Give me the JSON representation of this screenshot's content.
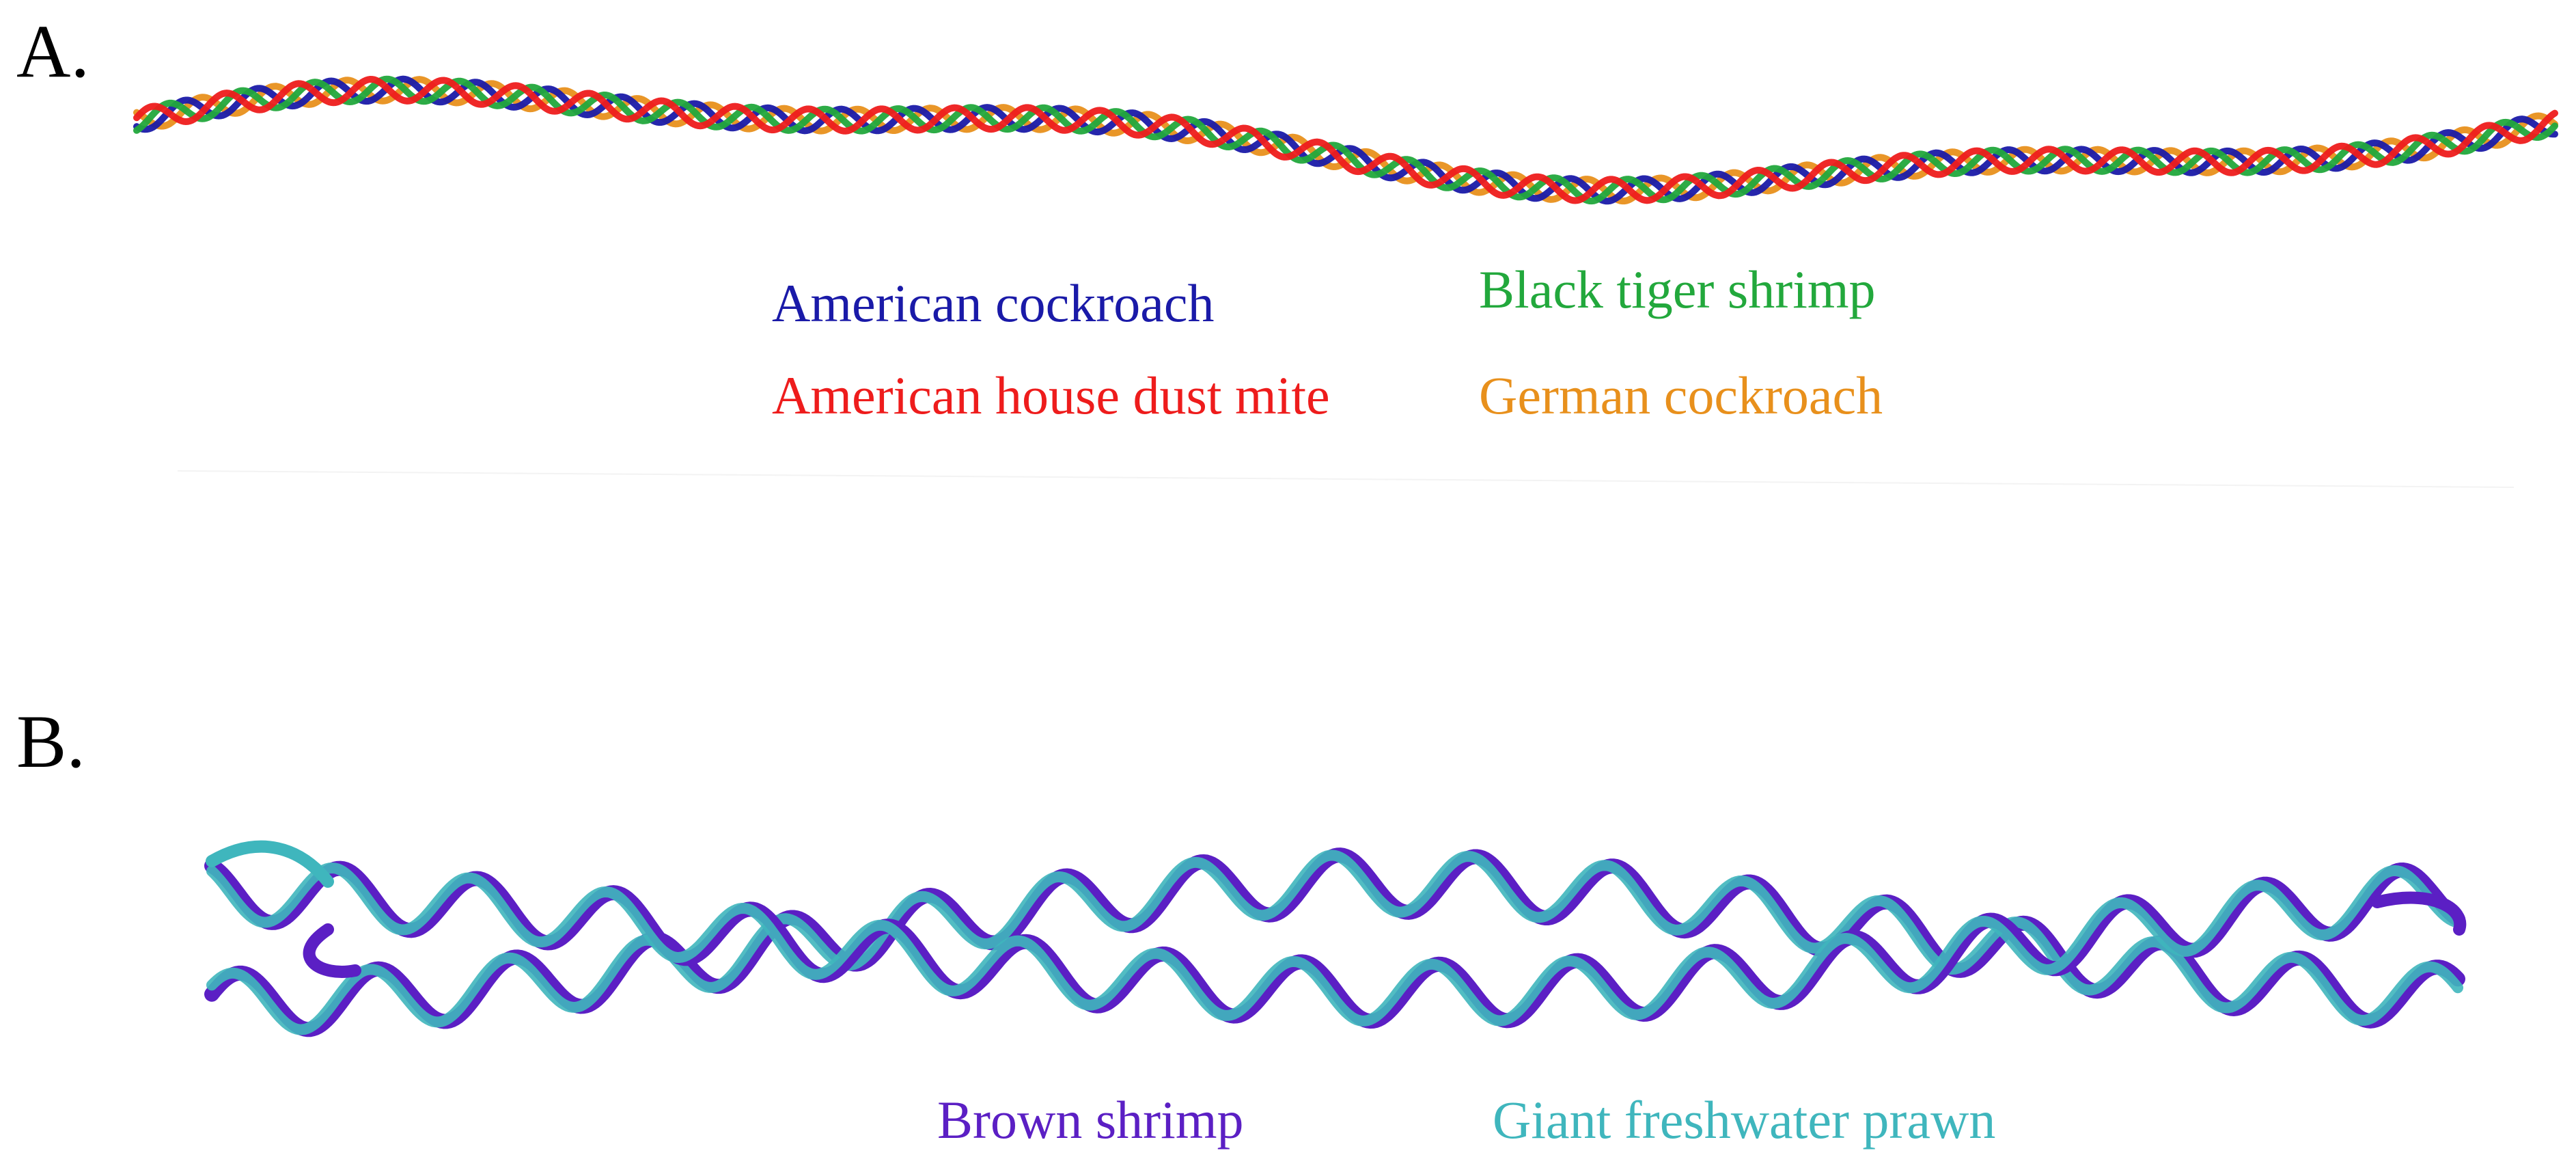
{
  "panels": {
    "a": {
      "label": "A.",
      "legend": [
        {
          "text": "American cockroach",
          "color": "#1a1aa8"
        },
        {
          "text": "Black tiger shrimp",
          "color": "#22a83c"
        },
        {
          "text": "American house dust mite",
          "color": "#ee1c1c"
        },
        {
          "text": "German cockroach",
          "color": "#e8901c"
        }
      ]
    },
    "b": {
      "label": "B.",
      "legend": [
        {
          "text": "Brown shrimp",
          "color": "#5b1fc4"
        },
        {
          "text": "Giant freshwater prawn",
          "color": "#3fb6bd"
        }
      ]
    }
  }
}
